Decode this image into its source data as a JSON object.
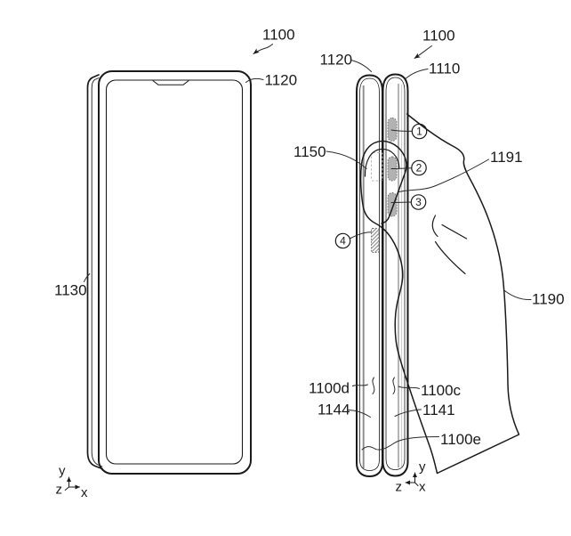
{
  "figure": {
    "background": "#ffffff",
    "line_color": "#1a1a1a"
  },
  "colors": {
    "button_fill": "#b2b2b2",
    "button_border": "#6e6e6e",
    "seam_gray": "#9c9c9c",
    "seam_light": "#cfcfcf",
    "sensor_dash": "#b9b9b9"
  },
  "left_view": {
    "ref_1100": "1100",
    "ref_1120": "1120",
    "ref_1130": "1130",
    "axis": {
      "y": "y",
      "z": "z",
      "x": "x"
    }
  },
  "right_view": {
    "ref_1100": "1100",
    "ref_1110": "1110",
    "ref_1120": "1120",
    "ref_1150": "1150",
    "ref_1191": "1191",
    "ref_1190": "1190",
    "ref_1100d": "1100d",
    "ref_1100c": "1100c",
    "ref_1144": "1144",
    "ref_1141": "1141",
    "ref_1100e": "1100e",
    "callouts": [
      "1",
      "2",
      "3",
      "4"
    ],
    "axis": {
      "y": "y",
      "z": "z",
      "x": "x"
    }
  }
}
